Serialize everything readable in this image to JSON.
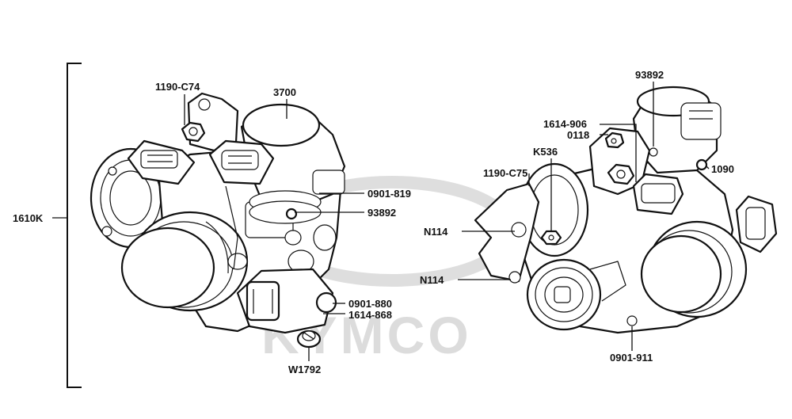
{
  "colors": {
    "ink": "#111111",
    "watermark": "#d9d9d9",
    "background": "#ffffff"
  },
  "watermark": {
    "brand": "KYMCO"
  },
  "labels": {
    "assembly": "1610K",
    "left_1190c74": "1190-C74",
    "left_3700": "3700",
    "left_0901819": "0901-819",
    "left_93892": "93892",
    "left_0901880": "0901-880",
    "left_1614868": "1614-868",
    "left_w1792": "W1792",
    "right_93892": "93892",
    "right_1614906": "1614-906",
    "right_0118": "0118",
    "right_k536": "K536",
    "right_1190c75": "1190-C75",
    "right_1090": "1090",
    "right_n114_upper": "N114",
    "right_n114_lower": "N114",
    "right_0901911": "0901-911"
  }
}
